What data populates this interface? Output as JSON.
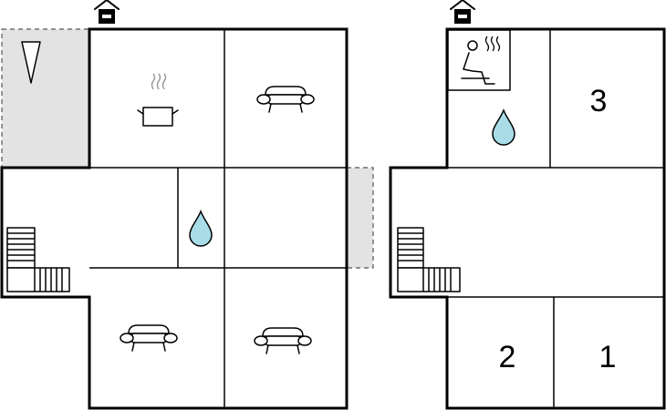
{
  "floors": [
    {
      "rooms": [
        {
          "icon": "triangle-marker-icon",
          "kind": "terrace"
        },
        {
          "icon": "pot-icon",
          "kind": "kitchen"
        },
        {
          "icon": "sofa-icon",
          "kind": "living room"
        },
        {
          "icon": "water-drop-icon",
          "kind": "bathroom"
        },
        {
          "icon": "stairs-icon",
          "kind": "stairs"
        },
        {
          "icon": "sofa-icon",
          "kind": "living room"
        },
        {
          "icon": "sofa-icon",
          "kind": "living room"
        }
      ],
      "entrance_icon": "house-entrance-icon"
    },
    {
      "rooms": [
        {
          "icon": "sauna-icon",
          "kind": "sauna"
        },
        {
          "icon": "water-drop-icon",
          "kind": "bathroom"
        },
        {
          "icon": "stairs-icon",
          "kind": "stairs"
        }
      ],
      "bedroom_numbers": [
        "3",
        "2",
        "1"
      ],
      "entrance_icon": "house-entrance-icon"
    }
  ],
  "colors": {
    "wall": "#000000",
    "water": "#a8dde8",
    "outdoor_area": "#e3e3e3"
  }
}
